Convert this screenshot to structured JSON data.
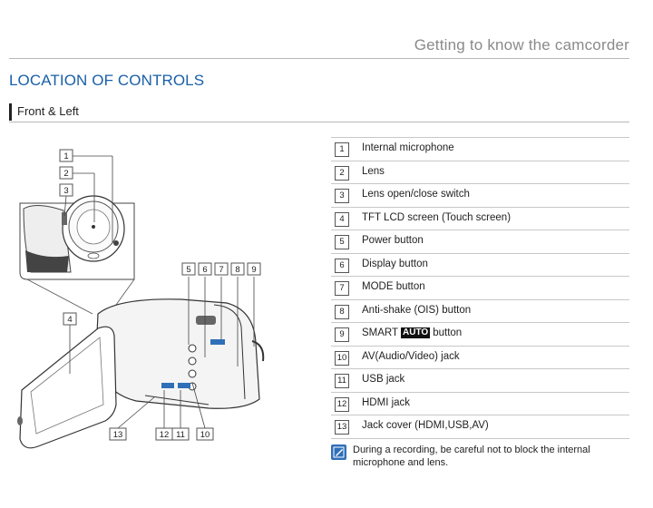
{
  "header": {
    "title": "Getting to know the camcorder"
  },
  "section": {
    "title": "LOCATION OF CONTROLS",
    "subtitle": "Front & Left"
  },
  "controls": [
    {
      "num": "1",
      "label": "Internal microphone"
    },
    {
      "num": "2",
      "label": "Lens"
    },
    {
      "num": "3",
      "label": "Lens open/close switch"
    },
    {
      "num": "4",
      "label": "TFT LCD screen (Touch screen)"
    },
    {
      "num": "5",
      "label": "Power button"
    },
    {
      "num": "6",
      "label": "Display button"
    },
    {
      "num": "7",
      "label": "MODE button"
    },
    {
      "num": "8",
      "label": "Anti-shake (OIS) button"
    },
    {
      "num": "9",
      "label_before": "SMART",
      "badge": "AUTO",
      "label_after": "button"
    },
    {
      "num": "10",
      "label": "AV(Audio/Video) jack"
    },
    {
      "num": "11",
      "label": "USB jack"
    },
    {
      "num": "12",
      "label": "HDMI jack"
    },
    {
      "num": "13",
      "label": "Jack cover (HDMI,USB,AV)"
    }
  ],
  "note": {
    "icon": "note-pencil-icon",
    "text": "During a recording, be careful not to block the internal microphone and lens."
  },
  "diagram_callouts": [
    "1",
    "2",
    "3",
    "4",
    "5",
    "6",
    "7",
    "8",
    "9",
    "13",
    "12",
    "11",
    "10"
  ],
  "colors": {
    "accent": "#1a5fa8",
    "note_icon": "#2f6fb8"
  }
}
